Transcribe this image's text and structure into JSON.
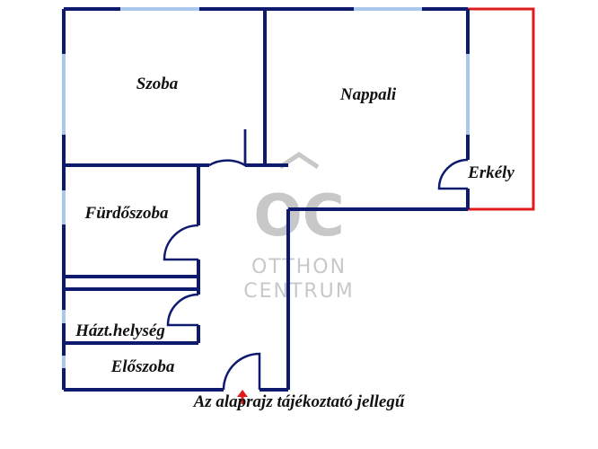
{
  "rooms": {
    "szoba": "Szoba",
    "nappali": "Nappali",
    "erkely": "Erkély",
    "furdoszoba": "Fürdőszoba",
    "haztartasi": "Házt.helység",
    "eloszoba": "Előszoba"
  },
  "watermark": {
    "logo_letters": "OC",
    "line1": "OTTHON",
    "line2": "CENTRUM"
  },
  "caption": "Az alaprajz tájékoztató jellegű",
  "colors": {
    "wall": "#0d1a6e",
    "window": "#a9c8ec",
    "balcony": "#e01b1b",
    "entrance_arrow": "#e01b1b",
    "watermark": "#c8c8c8"
  },
  "icons": {
    "entrance": "red-up-arrow",
    "doors": "door-swing-arc"
  }
}
